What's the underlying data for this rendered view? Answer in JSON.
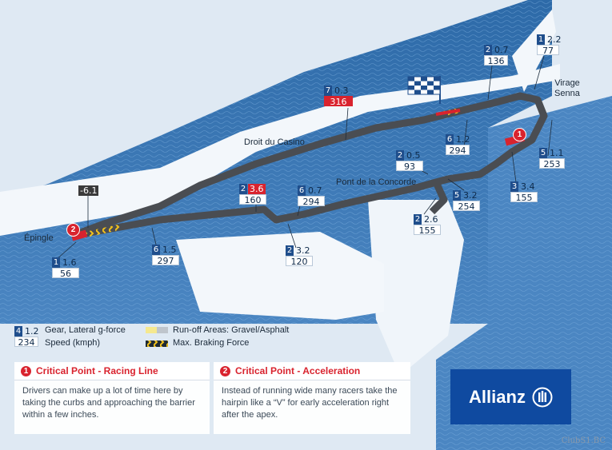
{
  "places": {
    "virage": "Virage",
    "senna": "Senna",
    "casino": "Droit du Casino",
    "concorde": "Pont de la Concorde",
    "epingle": "Épingle"
  },
  "tags": [
    {
      "gear": "1",
      "lat": "2.2",
      "speed": "77"
    },
    {
      "gear": "2",
      "lat": "0.7",
      "speed": "136"
    },
    {
      "gear": "7",
      "lat": "0.3",
      "speed": "316",
      "speed_red": true
    },
    {
      "gear": "6",
      "lat": "1.2",
      "speed": "294"
    },
    {
      "gear": "5",
      "lat": "1.1",
      "speed": "253"
    },
    {
      "gear": "2",
      "lat": "0.5",
      "speed": "93"
    },
    {
      "gear": "3",
      "lat": "3.4",
      "speed": "155"
    },
    {
      "gear": "5",
      "lat": "3.2",
      "speed": "254"
    },
    {
      "gear": "2",
      "lat": "2.6",
      "speed": "155"
    },
    {
      "gear": "6",
      "lat": "0.7",
      "speed": "294"
    },
    {
      "gear": "2",
      "lat": "3.6",
      "speed": "160",
      "lat_red": true
    },
    {
      "gear": "",
      "lat": "-6.1",
      "speed": "",
      "dark": true
    },
    {
      "gear": "1",
      "lat": "1.6",
      "speed": "56"
    },
    {
      "gear": "6",
      "lat": "1.5",
      "speed": "297"
    },
    {
      "gear": "2",
      "lat": "3.2",
      "speed": "120"
    }
  ],
  "markers": {
    "cp1": "1",
    "cp2": "2"
  },
  "legend": {
    "sample_gear": "4",
    "sample_lat": "1.2",
    "sample_speed": "234",
    "gear_text": "Gear, Lateral g-force",
    "speed_text": "Speed (kmph)",
    "runoff_text": "Run-off Areas: Gravel/Asphalt",
    "braking_text": "Max. Braking Force"
  },
  "panels": [
    {
      "num": "1",
      "title": "Critical Point - Racing Line",
      "body": "Drivers can make up a lot of time here by taking the curbs and approaching the barrier within a few inches."
    },
    {
      "num": "2",
      "title": "Critical Point - Acceleration",
      "body": "Instead of running wide many racers take the hairpin like a “V” for early acceleration right after the apex."
    }
  ],
  "brand": "Allianz",
  "credit": "ClubS1.BC",
  "colors": {
    "accent": "#d9232e",
    "gear_box": "#1f4e8c",
    "brand": "#0f4aa0",
    "water": "#3d78b8",
    "track": "#4a4d52"
  }
}
